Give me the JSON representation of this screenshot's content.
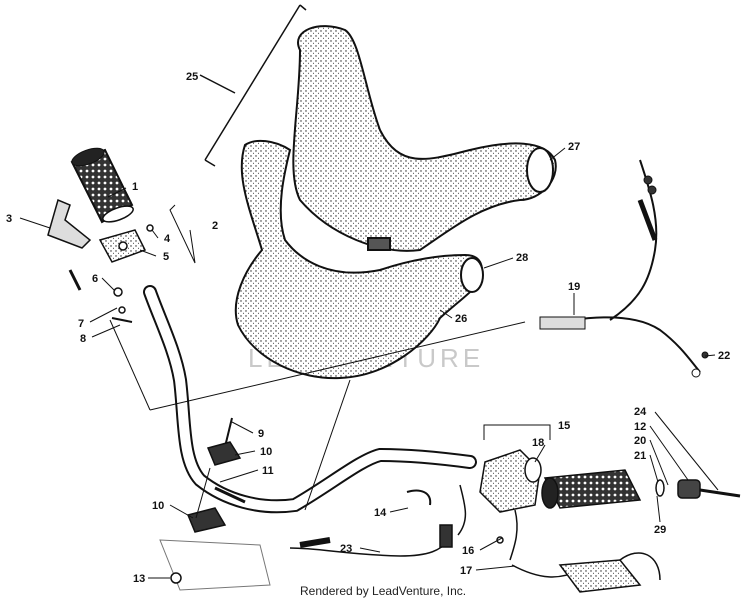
{
  "watermark": "LEADVENTURE",
  "footer": "Rendered by LeadVenture, Inc.",
  "callouts": {
    "c1": "1",
    "c2": "2",
    "c3": "3",
    "c4": "4",
    "c5": "5",
    "c6": "6",
    "c7": "7",
    "c8": "8",
    "c9": "9",
    "c10a": "10",
    "c10b": "10",
    "c11": "11",
    "c12": "12",
    "c13": "13",
    "c14": "14",
    "c15": "15",
    "c16": "16",
    "c17": "17",
    "c18": "18",
    "c19": "19",
    "c20": "20",
    "c21": "21",
    "c22": "22",
    "c23": "23",
    "c24": "24",
    "c25": "25",
    "c26": "26",
    "c27": "27",
    "c28": "28",
    "c29": "29"
  }
}
